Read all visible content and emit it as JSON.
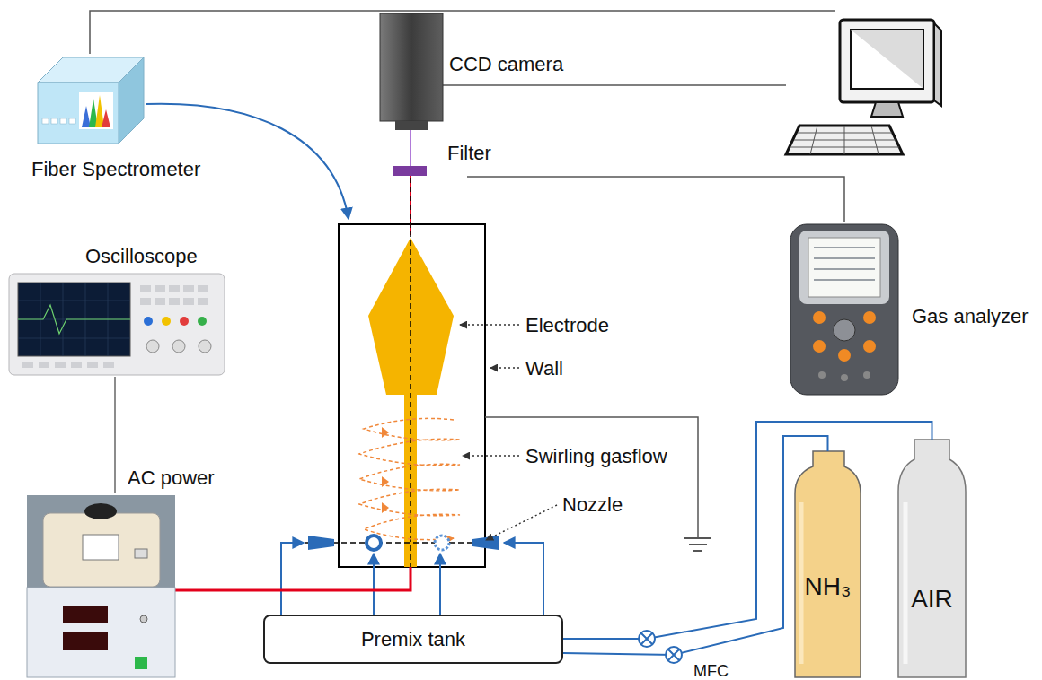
{
  "diagram": {
    "nodes": [
      {
        "text": [
          "Fiber Spectrometer"
        ]
      },
      {
        "text": [
          "CCD camera"
        ]
      },
      {
        "text": [
          "Oscilloscope"
        ]
      },
      {
        "text": [
          "Gas analyzer"
        ]
      },
      {
        "text": [
          "AC power"
        ]
      },
      {
        "text": [
          "Premix tank"
        ]
      },
      {
        "text": [
          "NH₃"
        ]
      },
      {
        "text": [
          "AIR"
        ]
      }
    ],
    "edges": [
      {
        "from": 2,
        "to": 4,
        "arrow": "none"
      },
      {
        "from": 6,
        "to": 5,
        "arrow": "none"
      },
      {
        "from": 7,
        "to": 5,
        "arrow": "none"
      }
    ],
    "labels": [
      "Filter",
      "Electrode",
      "Wall",
      "Swirling gasflow",
      "Nozzle",
      "MFC"
    ]
  }
}
